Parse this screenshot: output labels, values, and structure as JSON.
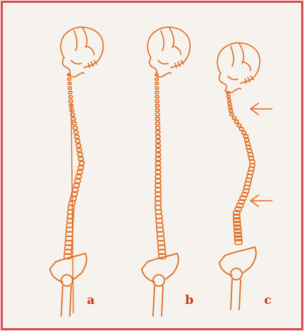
{
  "figure": {
    "panels": [
      {
        "id": "a",
        "label": "a"
      },
      {
        "id": "b",
        "label": "b"
      },
      {
        "id": "c",
        "label": "c"
      }
    ]
  },
  "colors": {
    "frame": "#d94a52",
    "ink": "#e06a1c",
    "label": "#c23a14",
    "background": "#f6f3ef"
  },
  "icons": [
    "skull-icon",
    "vertebra-icon",
    "pelvis-icon",
    "plumb-line-icon",
    "arrow-left-icon"
  ]
}
